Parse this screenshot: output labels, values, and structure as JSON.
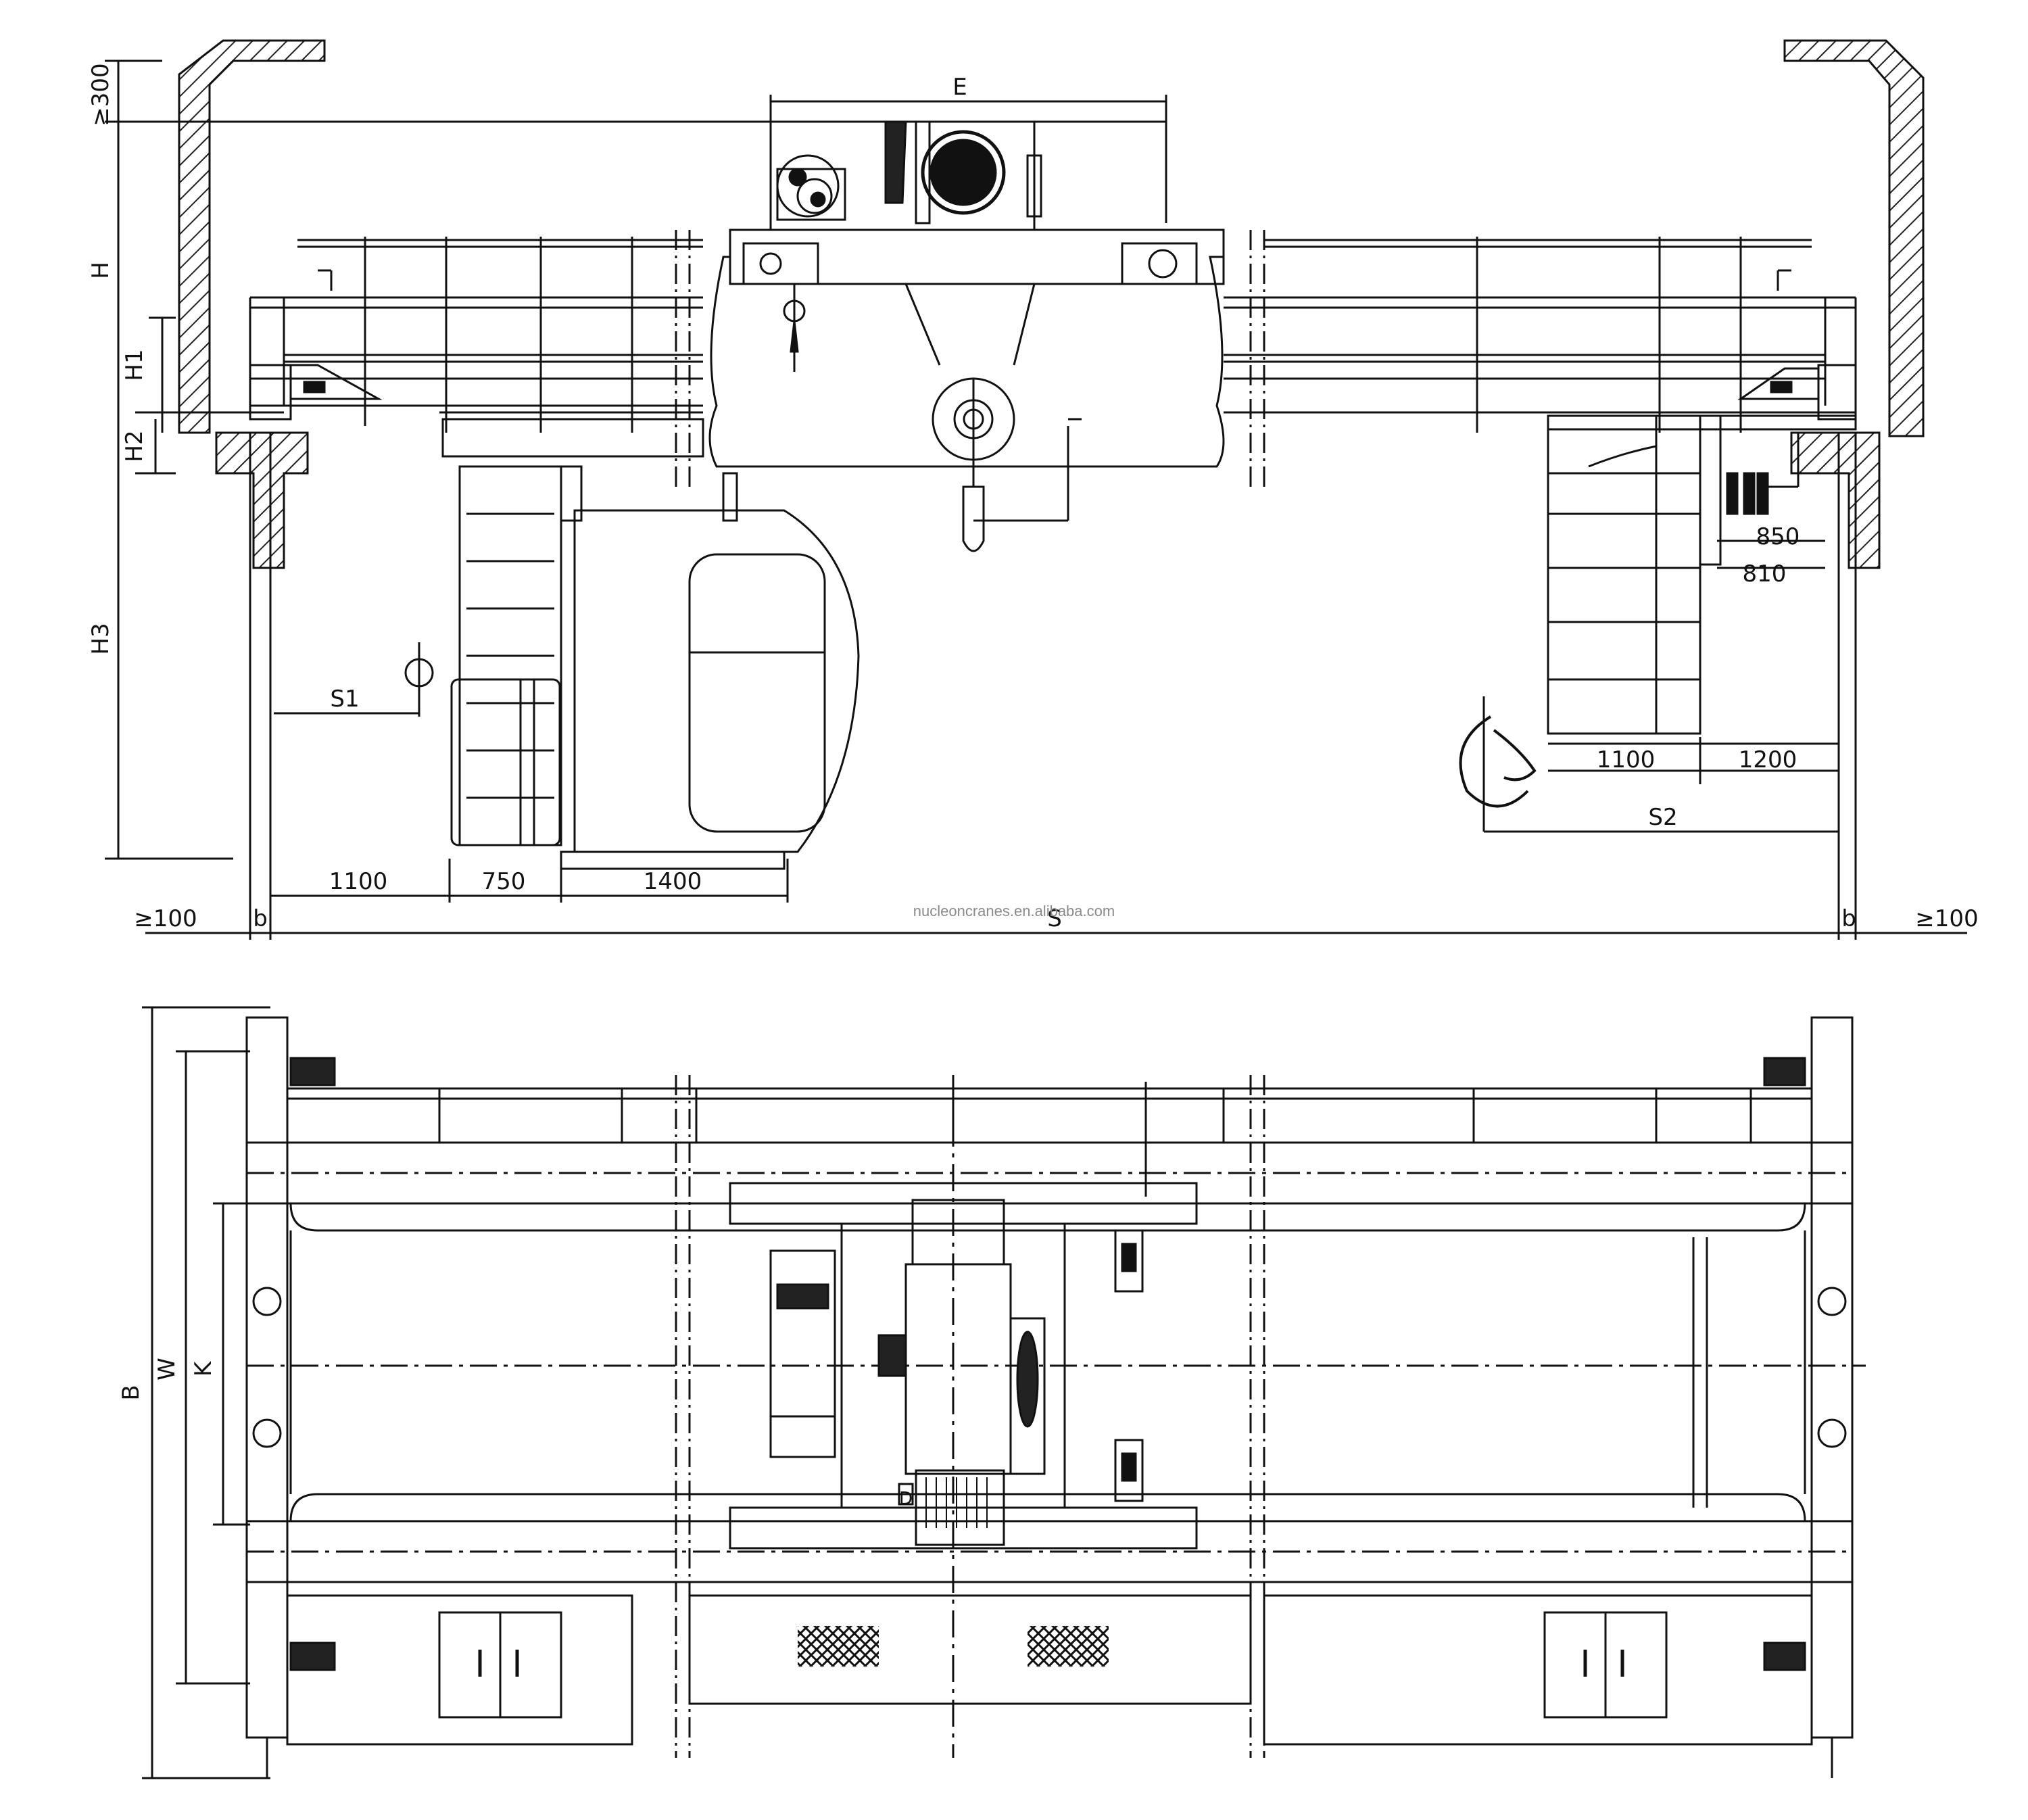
{
  "watermark": "nucleoncranes.en.alibaba.com",
  "elevation": {
    "labels": {
      "e": "E",
      "h": "H",
      "h1": "H1",
      "h2": "H2",
      "h3": "H3",
      "s1": "S1",
      "s2": "S2",
      "b_left": "b",
      "b_right": "b",
      "top_clearance": "≥300",
      "left_gap": "≥100",
      "right_gap": "≥100",
      "span": "S"
    },
    "dims": {
      "d1100": "1100",
      "d750": "750",
      "d1400": "1400",
      "d850": "850",
      "d810": "810",
      "d1100_right": "1100",
      "d1200": "1200"
    }
  },
  "plan": {
    "labels": {
      "b": "B",
      "w": "W",
      "k": "K",
      "d": "D"
    }
  }
}
